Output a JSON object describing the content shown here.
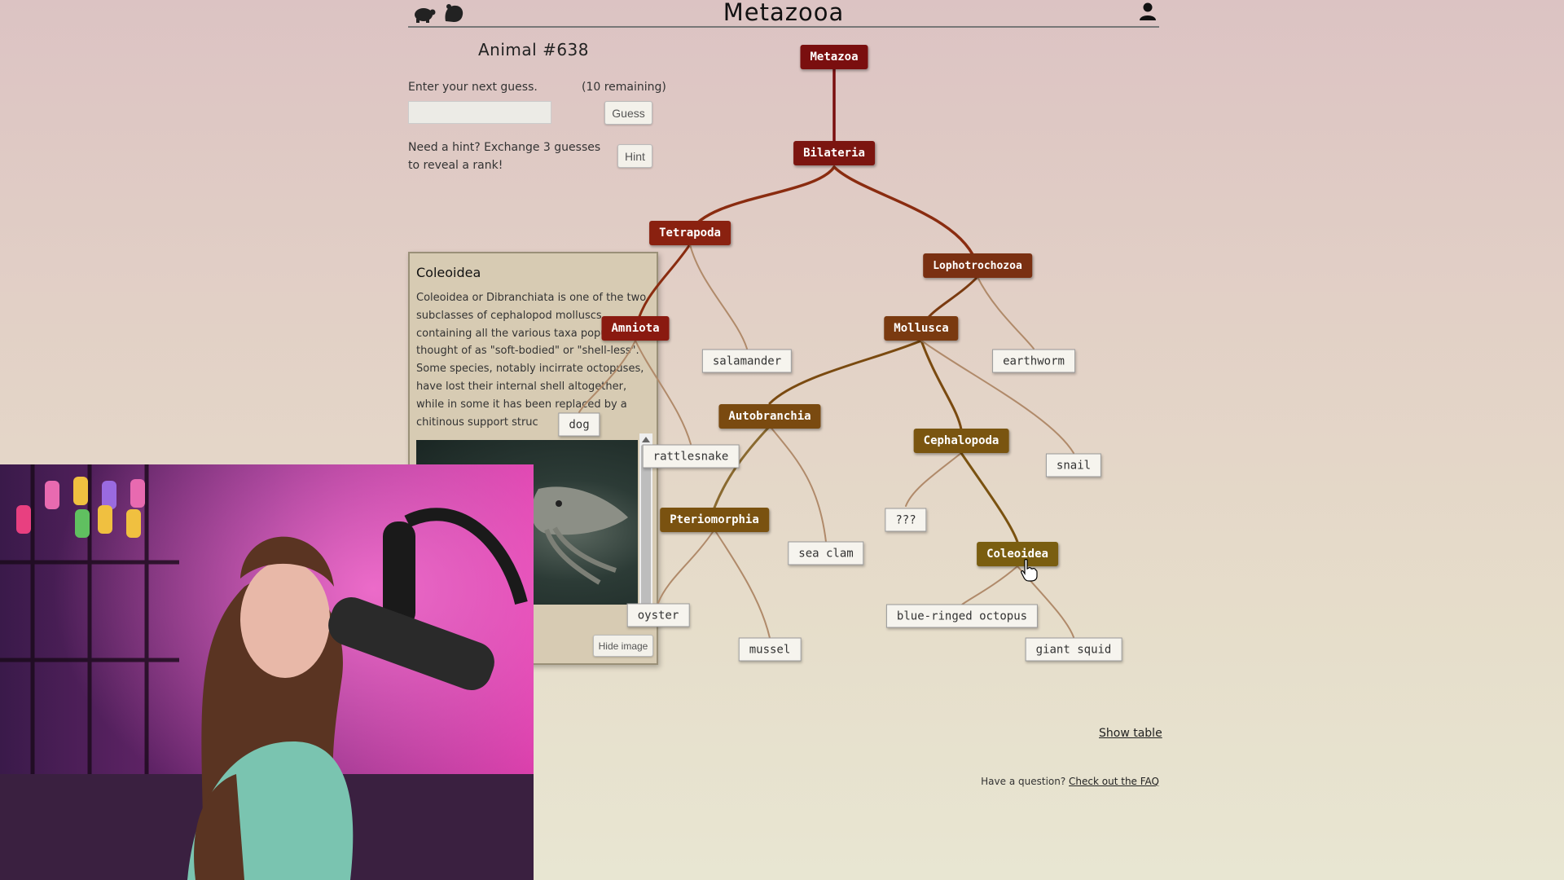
{
  "header": {
    "title": "Metazooa",
    "icons": [
      "turtle-icon",
      "animal-icon",
      "user-icon"
    ]
  },
  "game": {
    "animal_label": "Animal #638",
    "guess_prompt": "Enter your next guess.",
    "remaining": "(10 remaining)",
    "guess_input_value": "",
    "guess_button": "Guess",
    "hint_text": "Need a hint? Exchange 3 guesses to reveal a rank!",
    "hint_button": "Hint"
  },
  "info_panel": {
    "title": "Coleoidea",
    "description": "Coleoidea or Dibranchiata is one of the two subclasses of cephalopod molluscs containing all the various taxa popularly thought of as \"soft-bodied\" or \"shell-less\". Some species, notably incirrate octopuses, have lost their internal shell altogether, while in some it has been replaced by a chitinous support struc",
    "hide_image_button": "Hide image"
  },
  "tree": {
    "clades": {
      "metazoa": "Metazoa",
      "bilateria": "Bilateria",
      "tetrapoda": "Tetrapoda",
      "lophotrochozoa": "Lophotrochozoa",
      "amniota": "Amniota",
      "mollusca": "Mollusca",
      "autobranchia": "Autobranchia",
      "cephalopoda": "Cephalopoda",
      "pteriomorphia": "Pteriomorphia",
      "coleoidea": "Coleoidea"
    },
    "leaves": {
      "salamander": "salamander",
      "earthworm": "earthworm",
      "dog": "dog",
      "rattlesnake": "rattlesnake",
      "snail": "snail",
      "unknown": "???",
      "sea_clam": "sea clam",
      "oyster": "oyster",
      "mussel": "mussel",
      "blue_ringed_octopus": "blue-ringed octopus",
      "giant_squid": "giant squid"
    },
    "colors": {
      "level1": "#7a0f0f",
      "level2": "#8a2c10",
      "level3": "#7a3a10",
      "level4": "#7a5210",
      "branch": "#8a4a2a",
      "branch_light": "#b08a6a"
    }
  },
  "footer": {
    "show_table": "Show table",
    "faq_prefix": "Have a question?",
    "faq_link": "Check out the FAQ"
  }
}
